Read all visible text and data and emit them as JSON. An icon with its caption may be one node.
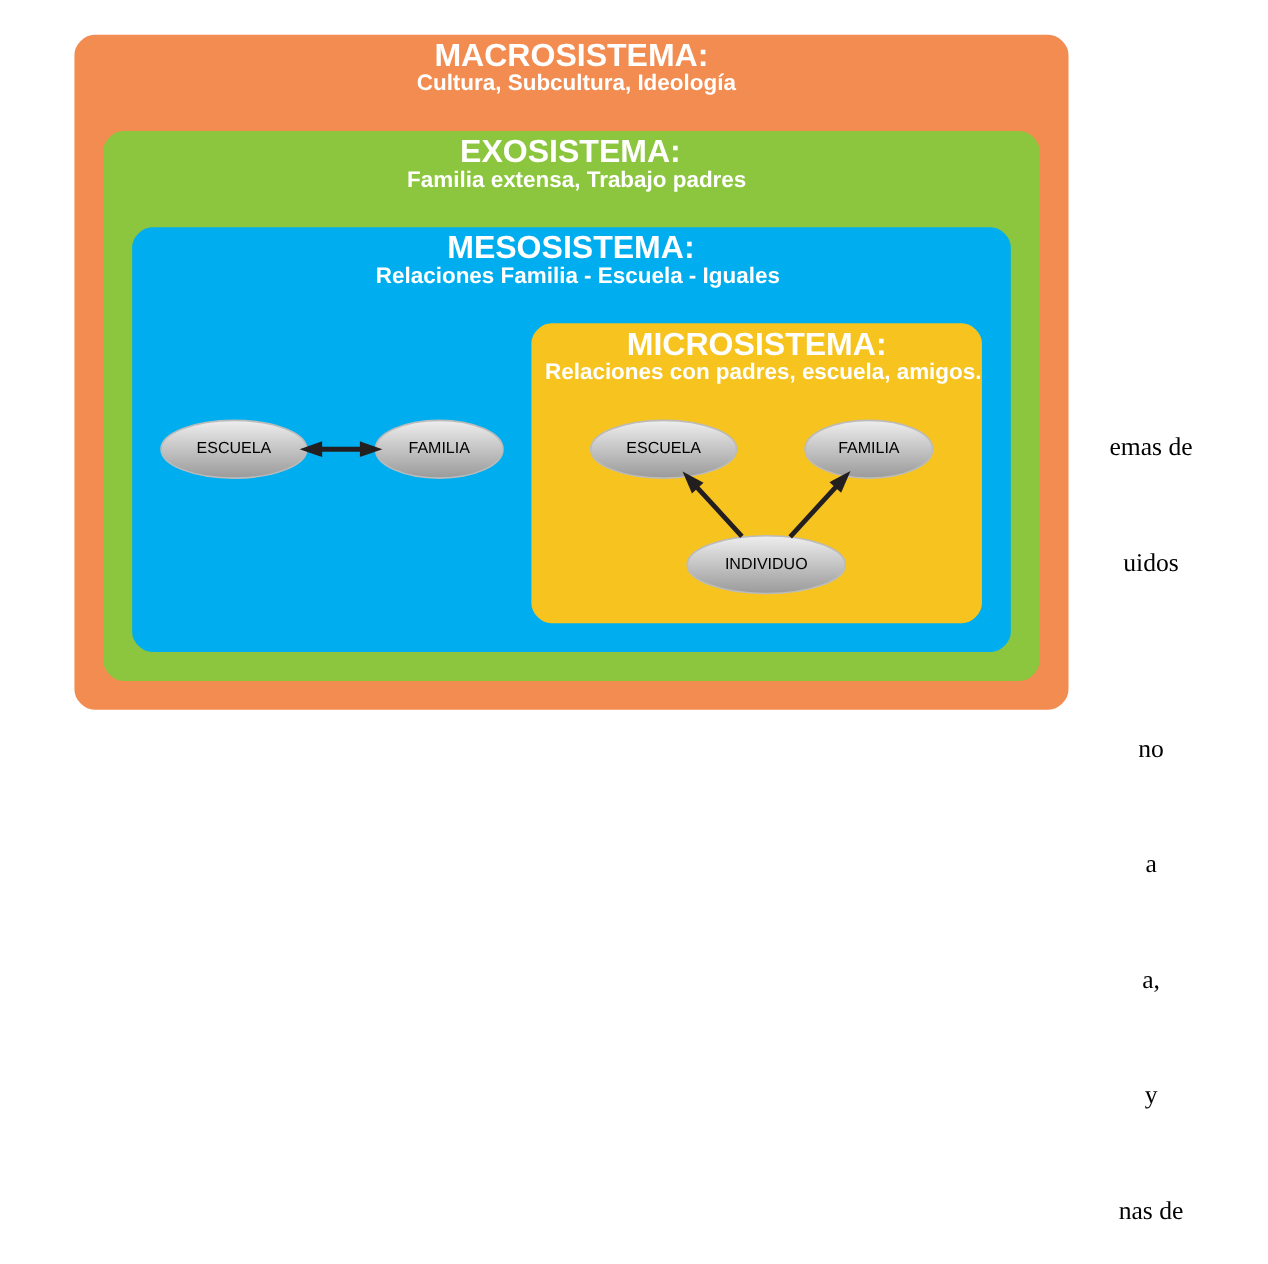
{
  "diagram": {
    "nodes": [
      {
        "text": [
          "MACROSISTEMA:",
          "Cultura, Subcultura, Ideología"
        ]
      },
      {
        "text": [
          "EXOSISTEMA:",
          "Familia extensa, Trabajo padres"
        ],
        "in": 0
      },
      {
        "text": [
          "MESOSISTEMA:",
          "Relaciones Familia - Escuela - Iguales"
        ],
        "in": 1
      },
      {
        "text": [
          "FAMILIA"
        ],
        "in": 2
      },
      {
        "text": [
          "ESCUELA"
        ],
        "in": 2
      },
      {
        "text": [
          "MICROSISTEMA:",
          "Relaciones con padres, escuela, amigos."
        ],
        "in": 2
      },
      {
        "text": [
          "FAMILIA"
        ],
        "in": 5
      },
      {
        "text": [
          "ESCUELA"
        ],
        "in": 5
      },
      {
        "text": [
          "INDIVIDUO"
        ],
        "in": 5
      }
    ],
    "edges": [
      {
        "from": 3,
        "to": 4,
        "arrow": "both"
      },
      {
        "from": 8,
        "to": 6,
        "arrow": "to"
      },
      {
        "from": 8,
        "to": 7,
        "arrow": "to"
      }
    ],
    "labels": [
      "emas de",
      "uidos",
      "no",
      "a",
      "a,",
      "y",
      "nas de"
    ]
  }
}
